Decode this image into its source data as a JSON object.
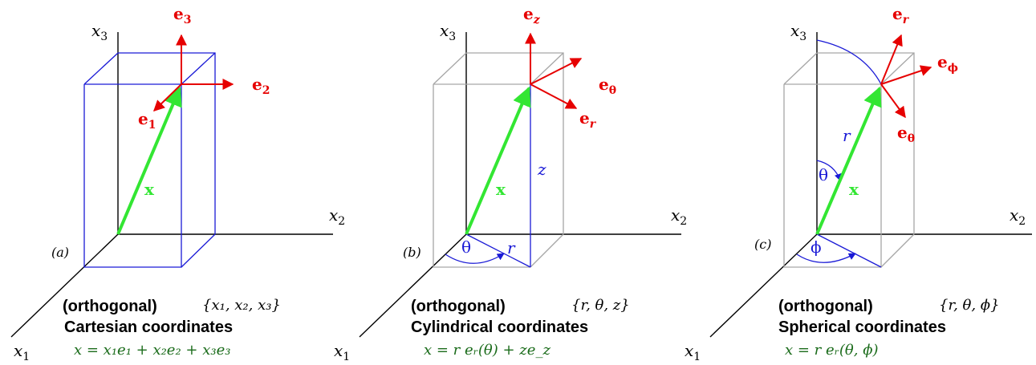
{
  "colors": {
    "axis": "#000000",
    "box_cartesian": "#1a1ad6",
    "box_gray": "#a6a6a6",
    "measure": "#1a1ad6",
    "position_vector": "#33e633",
    "basis": "#e60000",
    "formula": "#1a6b1a",
    "caption": "#000000"
  },
  "panels": [
    {
      "id": "a",
      "label": "(a)",
      "axes": {
        "x1": "x",
        "x1_sub": "1",
        "x2": "x",
        "x2_sub": "2",
        "x3": "x",
        "x3_sub": "3"
      },
      "vector_x": "x",
      "basis": [
        {
          "main": "e",
          "sub": "1"
        },
        {
          "main": "e",
          "sub": "2"
        },
        {
          "main": "e",
          "sub": "3"
        }
      ],
      "caption_orth": "(orthogonal)",
      "caption_set": "{x₁, x₂, x₃}",
      "caption_name": "Cartesian coordinates",
      "formula": "x  =  x₁e₁ + x₂e₂ + x₃e₃"
    },
    {
      "id": "b",
      "label": "(b)",
      "axes": {
        "x1": "x",
        "x1_sub": "1",
        "x2": "x",
        "x2_sub": "2",
        "x3": "x",
        "x3_sub": "3"
      },
      "vector_x": "x",
      "z_label": "z",
      "theta_label": "θ",
      "r_label": "r",
      "basis": [
        {
          "main": "e",
          "sub": "z"
        },
        {
          "main": "e",
          "sub": "θ"
        },
        {
          "main": "e",
          "sub": "r"
        }
      ],
      "caption_orth": "(orthogonal)",
      "caption_set": "{r, θ, z}",
      "caption_name": "Cylindrical coordinates",
      "formula": "x  =  r eᵣ(θ) + ze_z"
    },
    {
      "id": "c",
      "label": "(c)",
      "axes": {
        "x1": "x",
        "x1_sub": "1",
        "x2": "x",
        "x2_sub": "2",
        "x3": "x",
        "x3_sub": "3"
      },
      "vector_x": "x",
      "r_label": "r",
      "theta_label": "θ",
      "phi_label": "ϕ",
      "basis": [
        {
          "main": "e",
          "sub": "r"
        },
        {
          "main": "e",
          "sub": "ϕ"
        },
        {
          "main": "e",
          "sub": "θ"
        }
      ],
      "caption_orth": "(orthogonal)",
      "caption_set": "{r, θ, ϕ}",
      "caption_name": "Spherical coordinates",
      "formula": "x  =  r eᵣ(θ, ϕ)"
    }
  ]
}
